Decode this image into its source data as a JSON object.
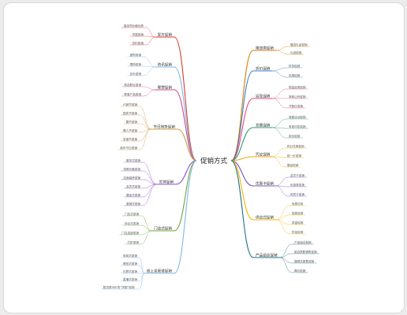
{
  "center": {
    "label": "促销方式"
  },
  "colors": [
    "#d97a00",
    "#3a7fc8",
    "#e24a7c",
    "#2e9a75",
    "#f0a500",
    "#7a55c5",
    "#f6b400",
    "#1f6f80",
    "#d93a2a",
    "#7fb5e6",
    "#cc4e8c",
    "#c79f3d",
    "#8a4ed0",
    "#6ba53a",
    "#7fb5e6",
    "#1f6f80",
    "#f0a500",
    "#8d7b8a"
  ],
  "branches": [
    {
      "label": "赠送类促销",
      "children": [
        "赠送礼品促销",
        "礼品促销"
      ]
    },
    {
      "label": "折价促销",
      "children": [
        "折扣促销",
        "优惠促销"
      ]
    },
    {
      "label": "返现促销",
      "children": [
        "现金返现促销",
        "商家让利促销",
        "节假日促销"
      ]
    },
    {
      "label": "竞赛促销",
      "children": [
        "竞赛活动促销",
        "有奖问答促销",
        "砍价促销"
      ]
    },
    {
      "label": "凭证促销",
      "children": [
        "积分兑换促销",
        "统一价促销",
        "赠品促销"
      ]
    },
    {
      "label": "优惠卡促销",
      "children": [
        "会员卡促销",
        "优惠券促销",
        "贵宾卡促销"
      ]
    },
    {
      "label": "供应式促销",
      "children": [
        "免费试用",
        "抽奖促销",
        "奖金促销",
        "样品促销"
      ]
    },
    {
      "label": "产品组合促销",
      "children": [
        "产品组合促销",
        "组合搭配销售促销",
        "捆绑式销售促销",
        "降价促销"
      ]
    },
    {
      "label": "复方促销",
      "children": [
        "保持同价格优势",
        "专属促销",
        "折扣促销"
      ]
    },
    {
      "label": "资讯促销",
      "children": [
        "团购促销",
        "限购促销",
        "延长促销"
      ]
    },
    {
      "label": "联营促销",
      "children": [
        "商品联合促销",
        "联营产品促销"
      ]
    },
    {
      "label": "节日借势促销",
      "children": [
        "代销节促销",
        "国庆节促销",
        "春节促销",
        "情人节促销",
        "圣诞节促销",
        "新年节日促销"
      ]
    },
    {
      "label": "实体促销",
      "children": [
        "服务式促销",
        "特殊价格促销",
        "店面装修促销",
        "会员式促销",
        "赠品式促销",
        "营销式促销"
      ]
    },
    {
      "label": "门店式促销",
      "children": [
        "门店式促销",
        "综合式促销",
        "门店连锁促销",
        "打折促销"
      ]
    },
    {
      "label": "线上全渠道促销",
      "children": [
        "电商式促销",
        "微信式促销",
        "社群式促销",
        "直播式促销",
        "配送费半价的“拼团”促销"
      ]
    }
  ]
}
